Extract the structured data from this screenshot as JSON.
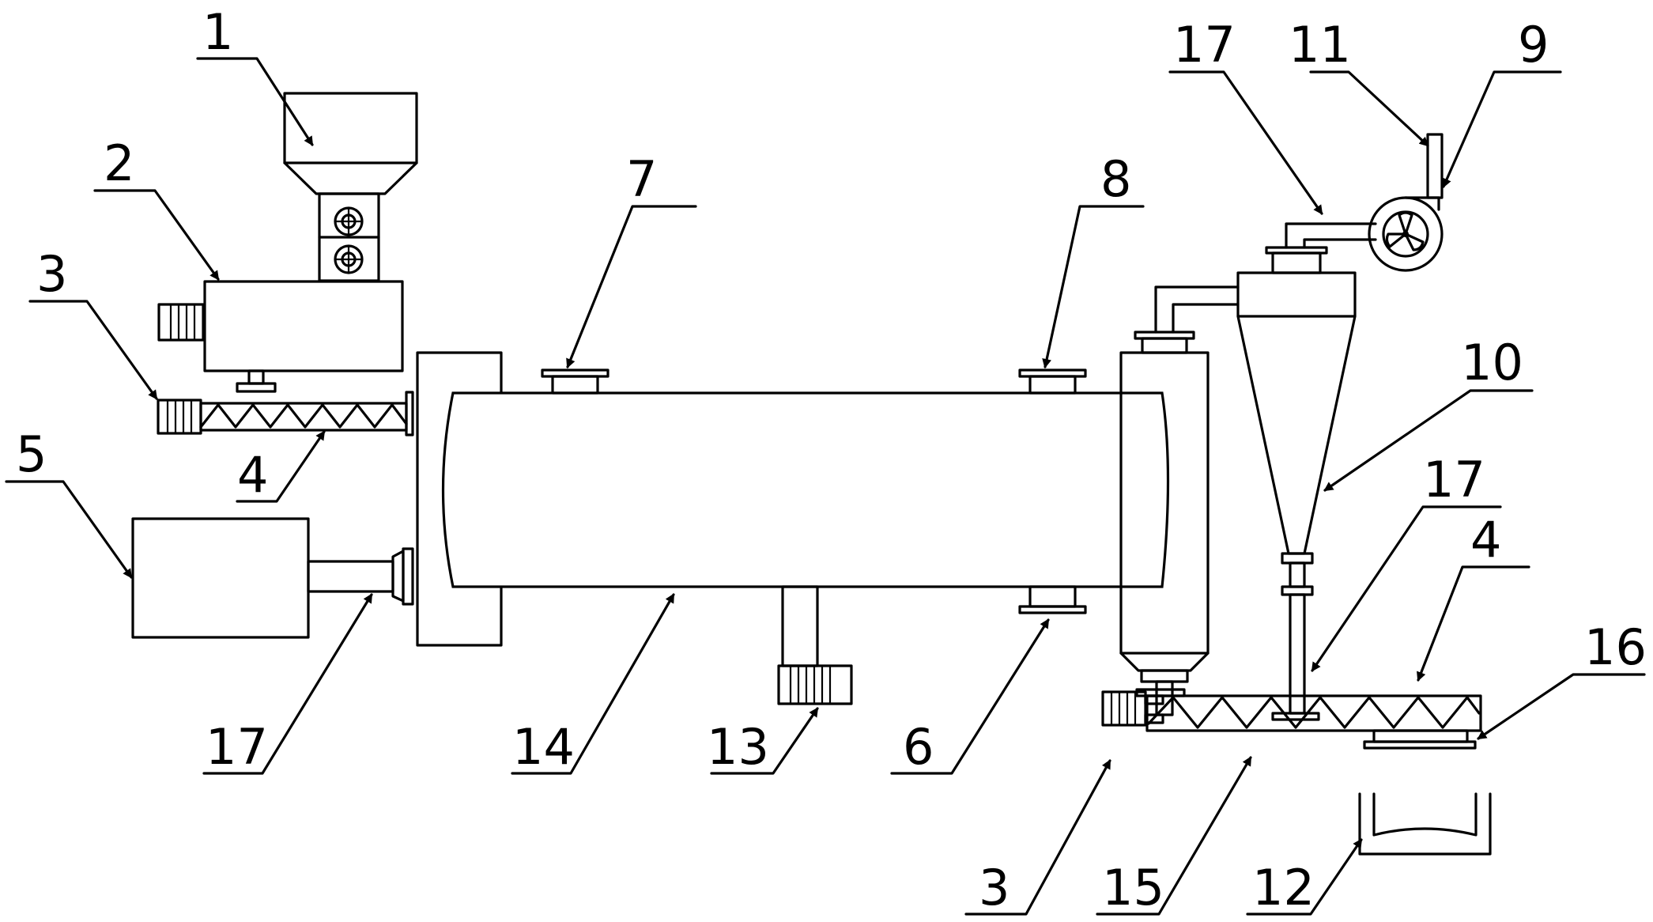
{
  "labels": {
    "hopper": "1",
    "feed_box": "2",
    "motor_a": "3",
    "motor_b": "3",
    "screw_a": "4",
    "screw_b": "4",
    "heater_box": "5",
    "outlet_bottom": "6",
    "inlet_top_left": "7",
    "inlet_top_right": "8",
    "fan": "9",
    "cyclone": "10",
    "fan_outlet": "11",
    "bin": "12",
    "drive_motor": "13",
    "drum": "14",
    "bottom_conveyor": "15",
    "discharge": "16",
    "pipe_a": "17",
    "pipe_b": "17",
    "pipe_c": "17"
  }
}
